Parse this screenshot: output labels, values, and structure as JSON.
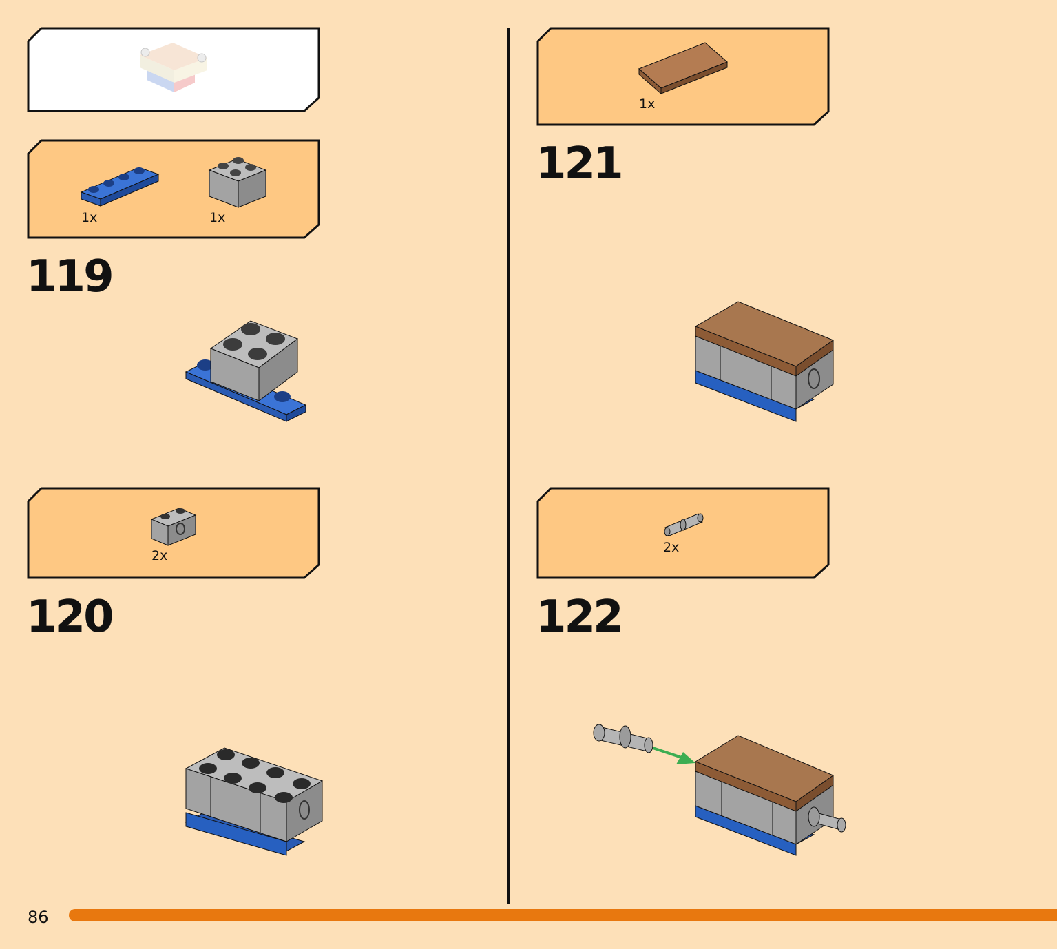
{
  "steps": [
    {
      "number": "119",
      "parts": [
        {
          "qty": "1x",
          "part": "blue-plate-1x4"
        },
        {
          "qty": "1x",
          "part": "gray-brick-2x2"
        }
      ]
    },
    {
      "number": "120",
      "parts": [
        {
          "qty": "2x",
          "part": "gray-technic-brick-1x2"
        }
      ]
    },
    {
      "number": "121",
      "parts": [
        {
          "qty": "1x",
          "part": "brown-tile-2x4"
        }
      ]
    },
    {
      "number": "122",
      "parts": [
        {
          "qty": "2x",
          "part": "gray-technic-pin"
        }
      ]
    }
  ],
  "footer": {
    "page_number": "86"
  },
  "colors": {
    "page_bg": "#fde0b8",
    "callout_bg": "#fec883",
    "blue": "#2760c0",
    "gray": "#a3a3a3",
    "brown": "#a8774f",
    "accent": "#e8780f",
    "arrow": "#3cad52"
  }
}
